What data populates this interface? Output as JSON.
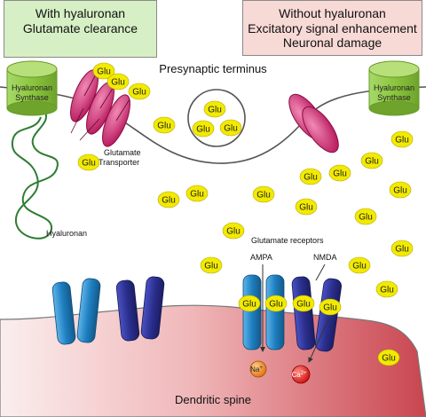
{
  "panels": {
    "with": {
      "line1": "With hyaluronan",
      "line2": "Glutamate clearance",
      "color": "#d6efc4"
    },
    "without": {
      "line1": "Without hyaluronan",
      "line2": "Excitatory signal enhancement",
      "line3": "Neuronal damage",
      "color": "#f7d9d6"
    }
  },
  "labels": {
    "presynaptic": "Presynaptic terminus",
    "synthase_left": [
      "Hyaluronan",
      "Synthase"
    ],
    "synthase_right": [
      "Hyaluronan",
      "Synthase"
    ],
    "transporter": [
      "Glutamate",
      "Transporter"
    ],
    "hyaluronan": "Hyaluronan",
    "receptors": "Glutamate receptors",
    "ampa": "AMPA",
    "nmda": "NMDA",
    "dendritic": "Dendritic spine",
    "glu": "Glu",
    "na": "Na",
    "na_sup": "+",
    "ca": "Ca",
    "ca_sup": "2+"
  },
  "colors": {
    "glu": "#f2ea00",
    "transporter": "#d6206e",
    "synthase": "#8cc63f",
    "hyaluronan": "#2e7d32",
    "ampa": "#1e7fc1",
    "nmda": "#2b2f8f",
    "spine": "#d0525c",
    "na": "#f08a24",
    "ca": "#e8221f"
  }
}
